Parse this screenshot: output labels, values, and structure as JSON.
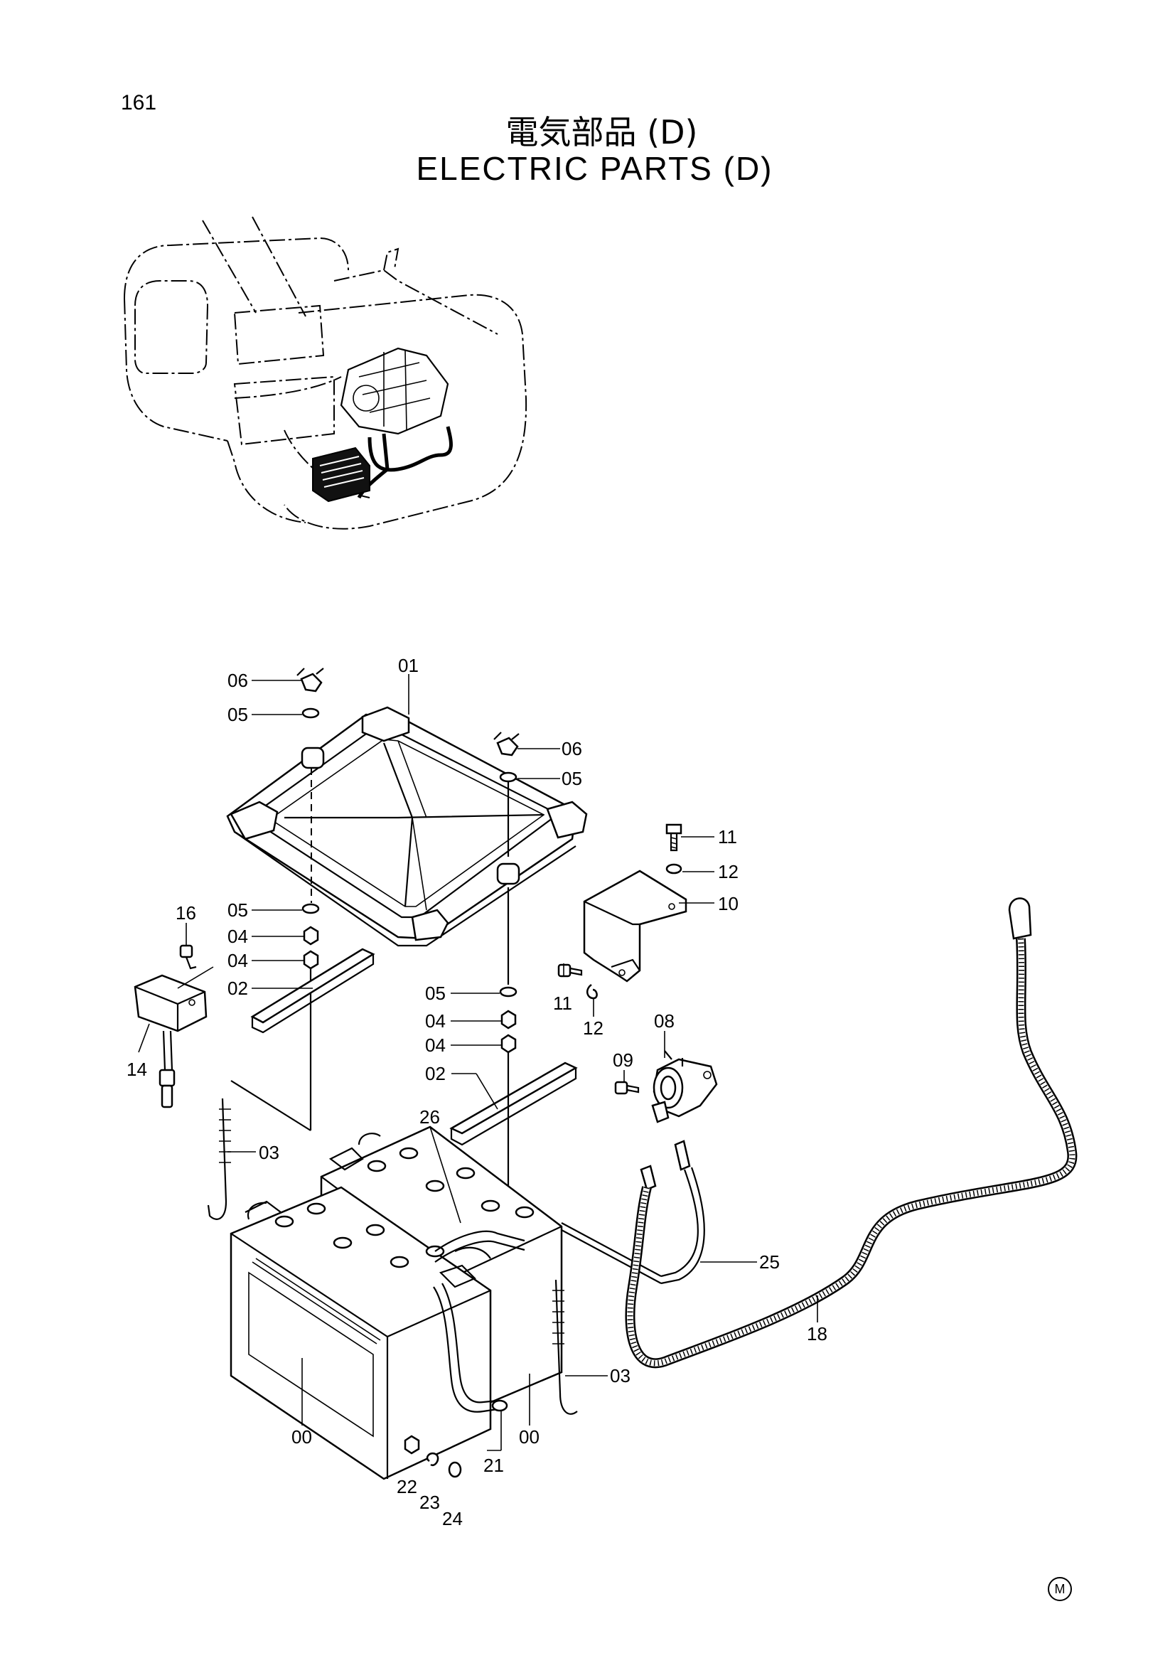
{
  "page": {
    "number": "161",
    "title_jp": "電気部品 (D)",
    "title_en": "ELECTRIC PARTS (D)",
    "mark": "M"
  },
  "callouts": {
    "c01": "01",
    "c06a": "06",
    "c05a": "05",
    "c06b": "06",
    "c05b": "05",
    "c11a": "11",
    "c12a": "12",
    "c10": "10",
    "c16": "16",
    "c05c": "05",
    "c04a": "04",
    "c04b": "04",
    "c02a": "02",
    "c14": "14",
    "c05d": "05",
    "c04c": "04",
    "c04d": "04",
    "c02b": "02",
    "c11b": "11",
    "c12b": "12",
    "c08": "08",
    "c09": "09",
    "c26": "26",
    "c03a": "03",
    "c25": "25",
    "c18": "18",
    "c03b": "03",
    "c00a": "00",
    "c00b": "00",
    "c21": "21",
    "c22": "22",
    "c23": "23",
    "c24": "24"
  },
  "icons": {
    "machine_overview": "excavator-overview-icon",
    "wing_nut": "wing-nut-icon",
    "washer": "washer-icon",
    "hex_nut": "hex-nut-icon",
    "bolt": "bolt-icon",
    "battery": "battery-icon",
    "relay": "battery-relay-icon",
    "cable": "cable-icon"
  }
}
